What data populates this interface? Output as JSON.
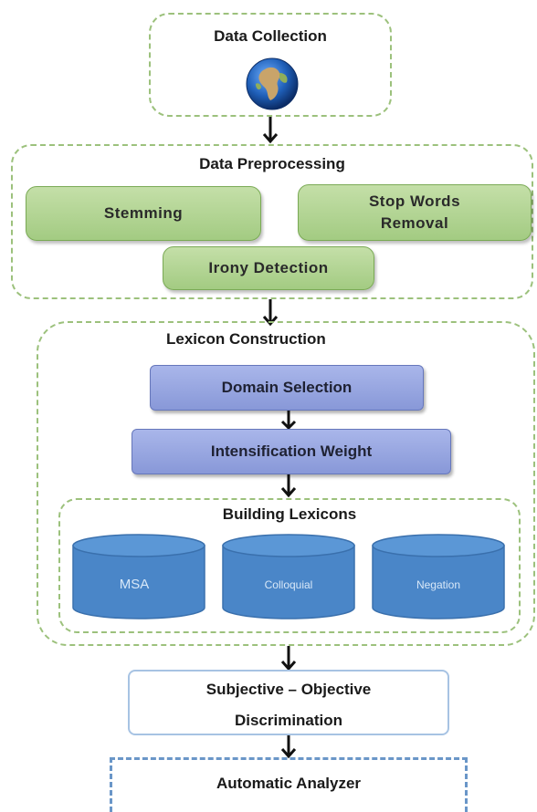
{
  "diagram": {
    "data_collection": {
      "title": "Data Collection",
      "image": "globe-icon"
    },
    "data_preprocessing": {
      "title": "Data Preprocessing",
      "stemming": "Stemming",
      "stop_words_line1": "Stop Words",
      "stop_words_line2": "Removal",
      "irony_detection": "Irony Detection"
    },
    "lexicon_construction": {
      "title": "Lexicon Construction",
      "domain_selection": "Domain Selection",
      "intensification_weight": "Intensification Weight",
      "building_lexicons": {
        "title": "Building Lexicons",
        "cylinders": [
          "MSA",
          "Colloquial",
          "Negation"
        ]
      }
    },
    "subjective_objective": {
      "line1": "Subjective – Objective",
      "line2": "Discrimination"
    },
    "automatic_analyzer": "Automatic Analyzer"
  },
  "colors": {
    "green_fill": "#a9cf88",
    "blue_fill": "#97a6e0",
    "cylinder_fill": "#4a86c8",
    "dashed_green": "#9cc17c",
    "dashed_blue": "#6a96c8"
  }
}
